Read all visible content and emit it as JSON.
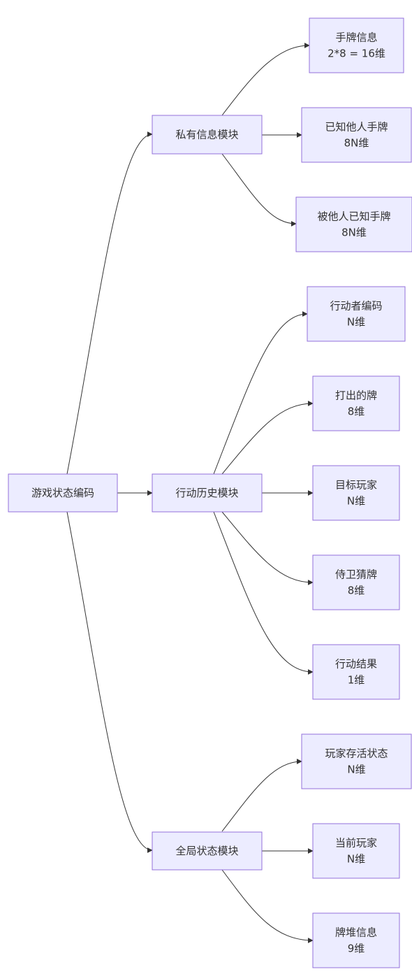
{
  "diagram": {
    "root": {
      "lines": [
        "游戏状态编码"
      ]
    },
    "private_module": {
      "lines": [
        "私有信息模块"
      ]
    },
    "history_module": {
      "lines": [
        "行动历史模块"
      ]
    },
    "global_module": {
      "lines": [
        "全局状态模块"
      ]
    },
    "hand_info": {
      "lines": [
        "手牌信息",
        "2*8 = 16维"
      ]
    },
    "known_others_hand": {
      "lines": [
        "已知他人手牌",
        "8N维"
      ]
    },
    "known_by_others": {
      "lines": [
        "被他人已知手牌",
        "8N维"
      ]
    },
    "actor_encoding": {
      "lines": [
        "行动者编码",
        "N维"
      ]
    },
    "played_card": {
      "lines": [
        "打出的牌",
        "8维"
      ]
    },
    "target_player": {
      "lines": [
        "目标玩家",
        "N维"
      ]
    },
    "guard_guess": {
      "lines": [
        "侍卫猜牌",
        "8维"
      ]
    },
    "action_result": {
      "lines": [
        "行动结果",
        "1维"
      ]
    },
    "player_alive": {
      "lines": [
        "玩家存活状态",
        "N维"
      ]
    },
    "current_player": {
      "lines": [
        "当前玩家",
        "N维"
      ]
    },
    "deck_info": {
      "lines": [
        "牌堆信息",
        "9维"
      ]
    }
  }
}
